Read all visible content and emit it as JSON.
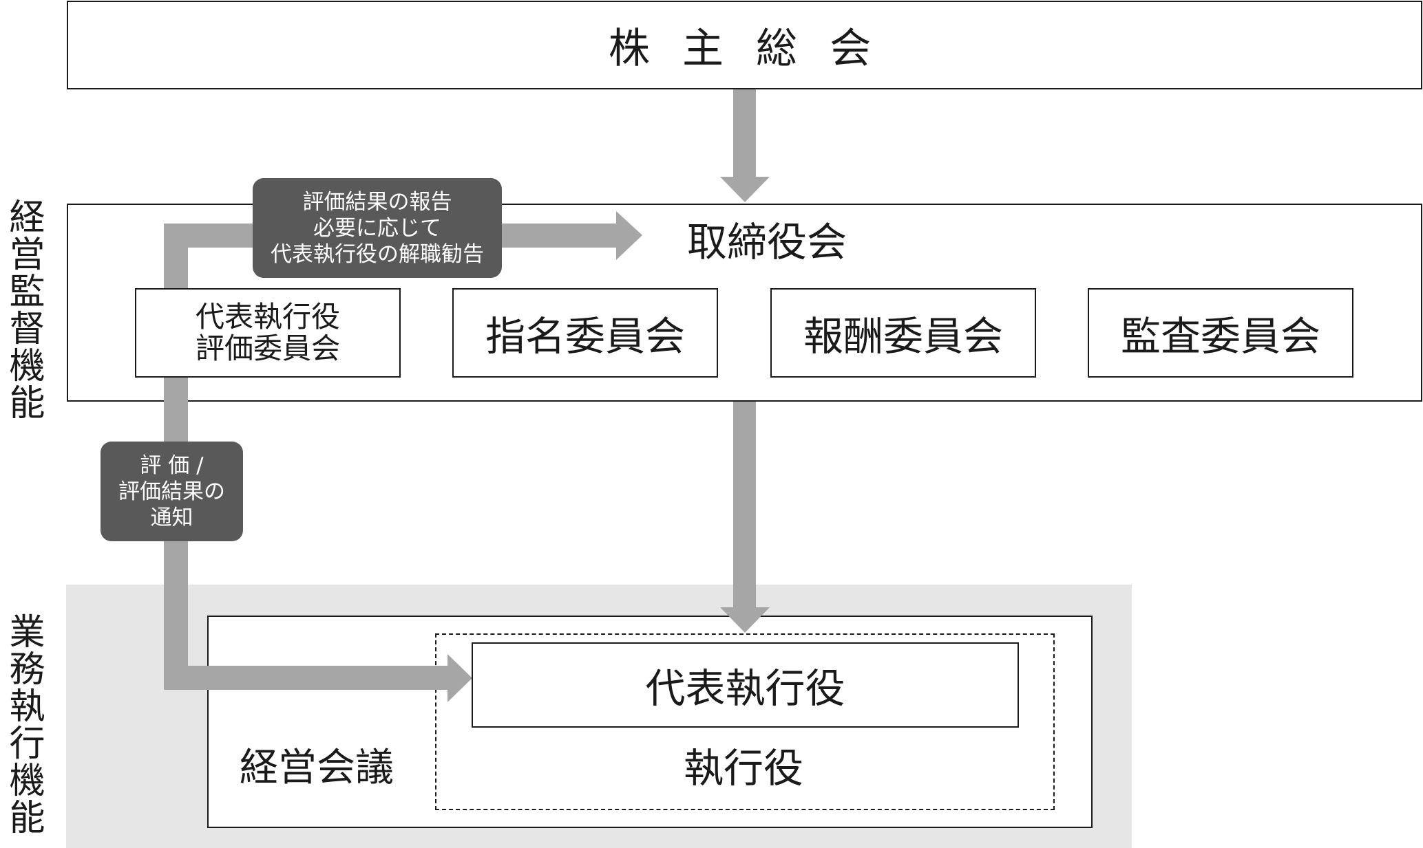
{
  "diagram": {
    "shareholders_meeting": "株 主 総 会",
    "side_labels": {
      "supervision": "経営監督機能",
      "execution": "業務執行機能"
    },
    "board": {
      "title": "取締役会",
      "committees": {
        "ceo_evaluation": [
          "代表執行役",
          "評価委員会"
        ],
        "nomination": "指名委員会",
        "compensation": "報酬委員会",
        "audit": "監査委員会"
      }
    },
    "callouts": {
      "report": [
        "評価結果の報告",
        "必要に応じて",
        "代表執行役の解職勧告"
      ],
      "notify": [
        "評 価 /",
        "評価結果の",
        "通知"
      ]
    },
    "execution": {
      "management_meeting": "経営会議",
      "representative_executive_officer": "代表執行役",
      "executive_officers": "執行役"
    }
  }
}
